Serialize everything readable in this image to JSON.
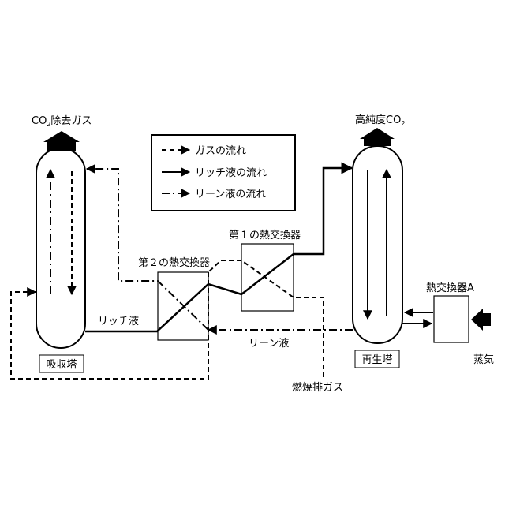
{
  "towers": {
    "absorber": {
      "label": "吸収塔"
    },
    "regenerator": {
      "label": "再生塔"
    }
  },
  "outputs": {
    "co2_removed_gas": {
      "prefix": "CO",
      "sub": "2",
      "suffix": "除去ガス"
    },
    "high_purity_co2": {
      "prefix": "高純度CO",
      "sub": "2",
      "suffix": ""
    }
  },
  "exchangers": {
    "first": "第１の熱交換器",
    "second": "第２の熱交換器",
    "a": "熱交換器A"
  },
  "streams": {
    "rich_liquid": "リッチ液",
    "lean_liquid": "リーン液",
    "flue_gas": "燃焼排ガス",
    "steam": "蒸気"
  },
  "legend": {
    "gas": "ガスの流れ",
    "rich": "リッチ液の流れ",
    "lean": "リーン液の流れ"
  }
}
